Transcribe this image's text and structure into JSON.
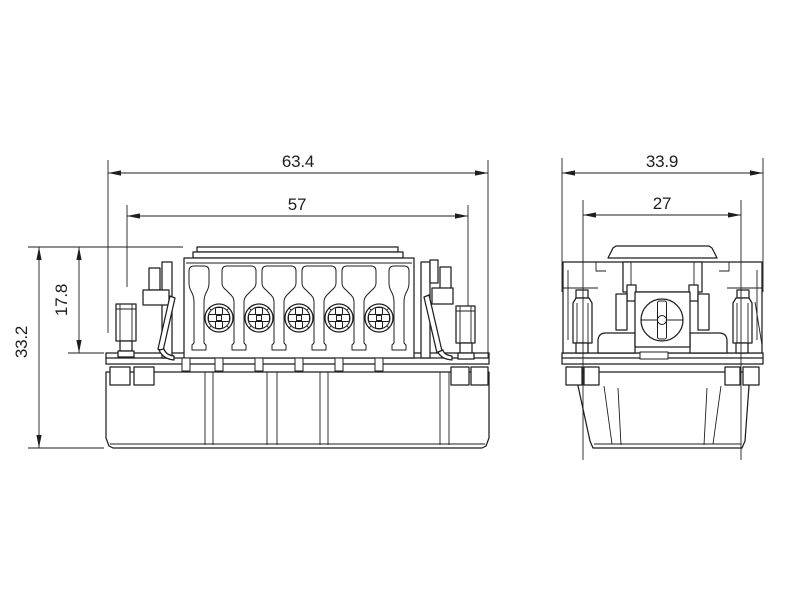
{
  "colors": {
    "background": "#ffffff",
    "line": "#1e1e1e"
  },
  "front_view": {
    "dim_overall_width": "63.4",
    "dim_insert_width": "57",
    "dim_overall_height": "33.2",
    "dim_upper_height": "17.8"
  },
  "side_view": {
    "dim_overall_width": "33.9",
    "dim_insert_width": "27"
  }
}
